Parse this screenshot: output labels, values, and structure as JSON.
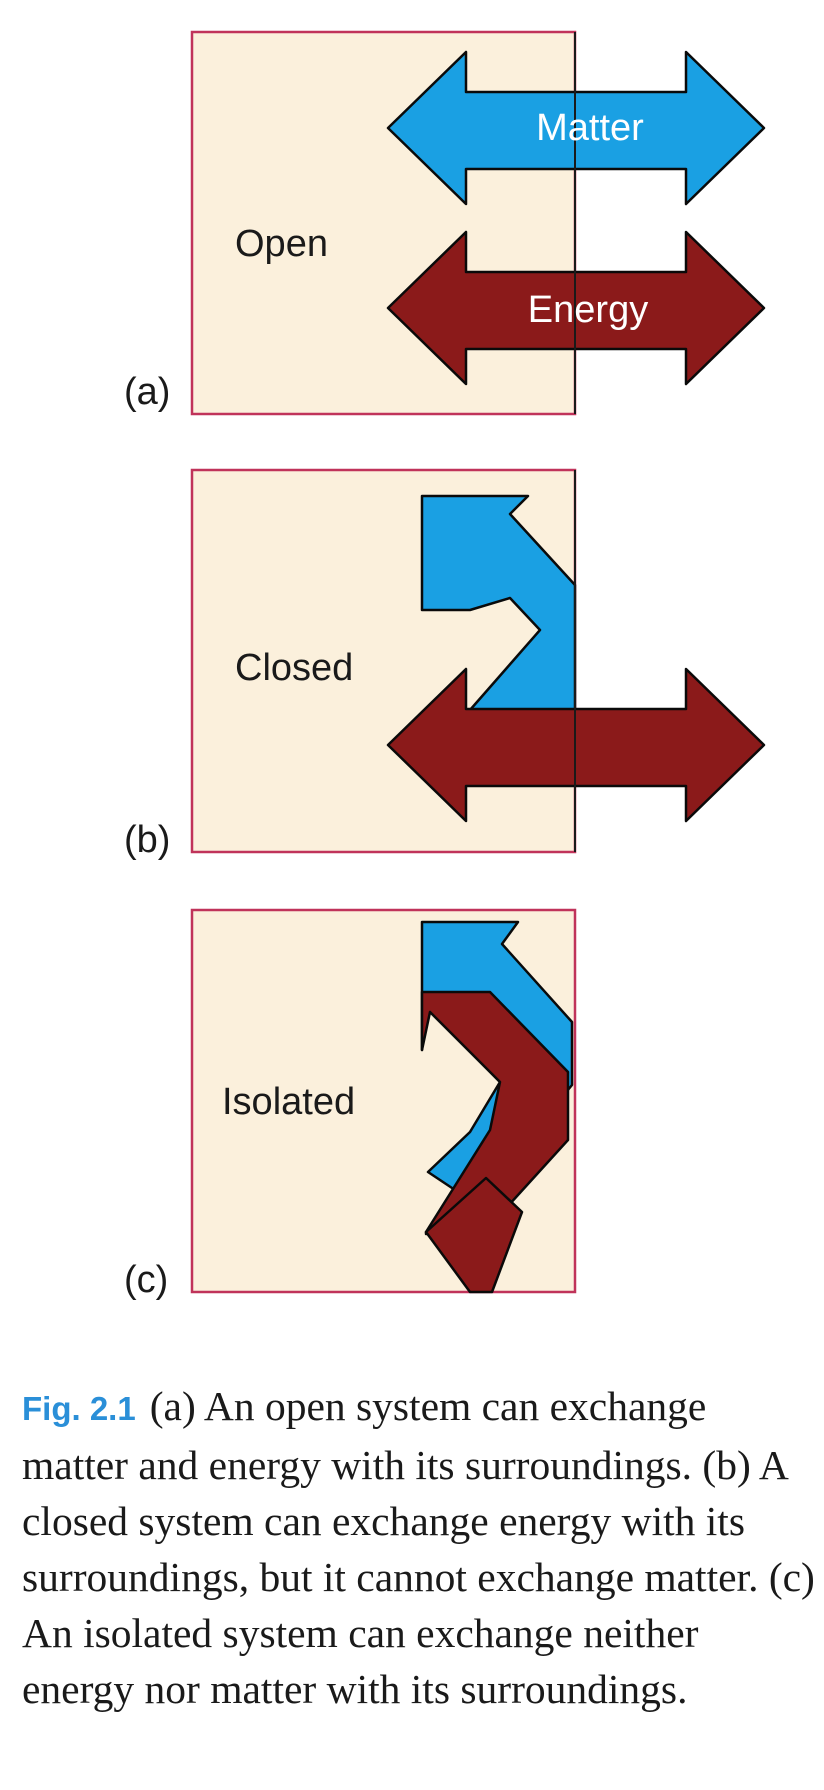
{
  "colors": {
    "box_fill": "#fbf0dc",
    "box_border": "#c0335a",
    "matter": "#1aa0e3",
    "energy": "#8b1a1a",
    "caption_label": "#2a8fd8"
  },
  "panels": [
    {
      "tag": "(a)",
      "title": "Open",
      "matter_label": "Matter",
      "energy_label": "Energy"
    },
    {
      "tag": "(b)",
      "title": "Closed"
    },
    {
      "tag": "(c)",
      "title": "Isolated"
    }
  ],
  "caption": {
    "label": "Fig. 2.1",
    "text": "(a) An open system can exchange matter and energy with its surroundings. (b) A closed system can exchange energy with its surroundings, but it cannot exchange matter. (c) An isolated system can exchange neither energy nor matter with its surroundings."
  }
}
